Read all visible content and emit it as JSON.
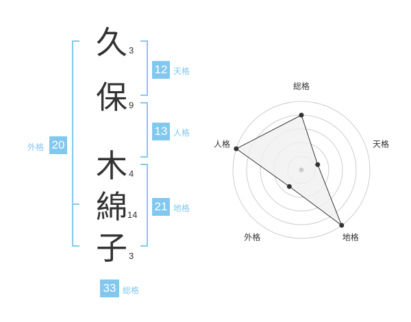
{
  "name": {
    "chars": [
      {
        "char": "久",
        "strokes": "3"
      },
      {
        "char": "保",
        "strokes": "9"
      },
      {
        "char": "木",
        "strokes": "4"
      },
      {
        "char": "綿",
        "strokes": "14"
      },
      {
        "char": "子",
        "strokes": "3"
      }
    ]
  },
  "kaku": {
    "tenkaku": {
      "value": "12",
      "label": "天格"
    },
    "jinkaku": {
      "value": "13",
      "label": "人格"
    },
    "chikaku": {
      "value": "21",
      "label": "地格"
    },
    "gaikaku": {
      "value": "20",
      "label": "外格"
    },
    "soukaku": {
      "value": "33",
      "label": "総格"
    }
  },
  "radar": {
    "axes": [
      "総格",
      "天格",
      "地格",
      "外格",
      "人格"
    ],
    "values": [
      0.8,
      0.25,
      1.0,
      0.3,
      1.0
    ],
    "rings": 5,
    "colors": {
      "grid": "#cccccc",
      "fill": "#f0f0f0",
      "line": "#333333",
      "center": "#cccccc"
    }
  },
  "colors": {
    "accent": "#82c8ee",
    "text": "#333333"
  }
}
